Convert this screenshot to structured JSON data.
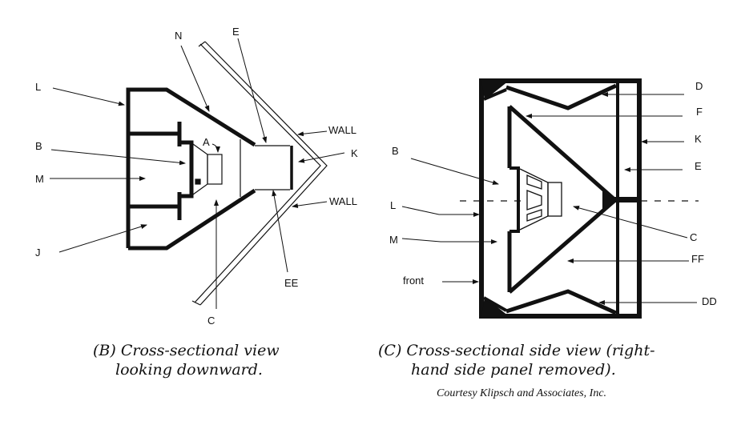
{
  "figure_b": {
    "labels": {
      "L": "L",
      "N": "N",
      "E": "E",
      "B": "B",
      "M": "M",
      "J": "J",
      "A": "A",
      "C": "C",
      "K": "K",
      "EE": "EE",
      "wall_top": "WALL",
      "wall_bottom": "WALL"
    },
    "caption_line1": "(B) Cross-sectional view",
    "caption_line2": "looking downward."
  },
  "figure_c": {
    "labels": {
      "D": "D",
      "F": "F",
      "K": "K",
      "E": "E",
      "B": "B",
      "L": "L",
      "C": "C",
      "M": "M",
      "FF": "FF",
      "front": "front",
      "DD": "DD"
    },
    "caption_line1": "(C) Cross-sectional side view (right-",
    "caption_line2": "hand side panel removed).",
    "credit": "Courtesy Klipsch and Associates, Inc."
  }
}
